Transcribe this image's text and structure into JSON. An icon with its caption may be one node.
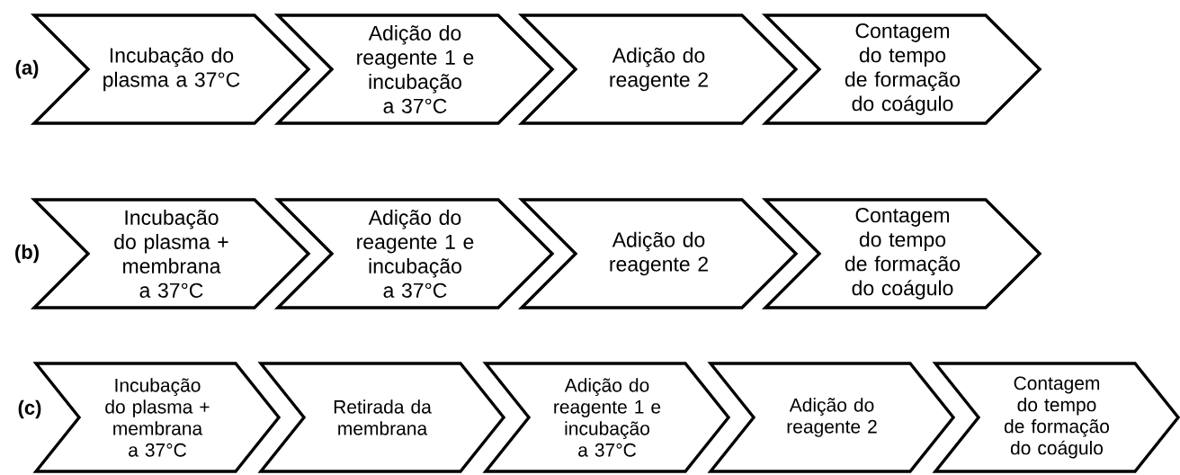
{
  "diagram": {
    "nodes": [
      {
        "text": [
          "Incubação do plasma a 37°C"
        ]
      },
      {
        "text": [
          "Adição do reagente 1 e incubação a 37°C"
        ]
      },
      {
        "text": [
          "Adição do reagente 2"
        ]
      },
      {
        "text": [
          "Contagem do tempo de formação do coágulo"
        ]
      },
      {
        "text": [
          "Incubação do plasma + membrana a 37°C"
        ]
      },
      {
        "text": [
          "Adição do reagente 1 e incubação a 37°C"
        ]
      },
      {
        "text": [
          "Adição do reagente 2"
        ]
      },
      {
        "text": [
          "Contagem do tempo de formação do coágulo"
        ]
      },
      {
        "text": [
          "Incubação do plasma + membrana a 37°C"
        ]
      },
      {
        "text": [
          "Retirada da membrana"
        ]
      },
      {
        "text": [
          "Adição do reagente 1 e incubação a 37°C"
        ]
      },
      {
        "text": [
          "Adição do reagente 2"
        ]
      },
      {
        "text": [
          "Contagem do tempo de formação do coágulo"
        ]
      }
    ],
    "labels": [
      "(a)",
      "(b)",
      "(c)"
    ]
  }
}
